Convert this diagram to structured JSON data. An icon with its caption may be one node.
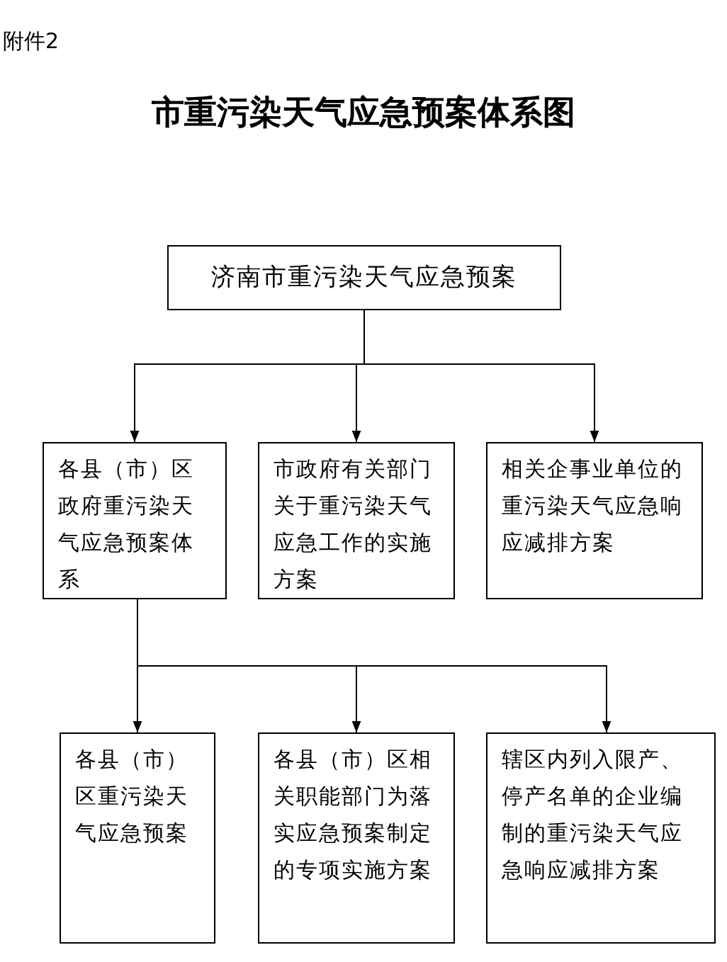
{
  "diagram": {
    "title": "市重污染天气应急预案体系图",
    "nodes": [
      {
        "text": [
          "济南市重污染天气应急预案"
        ]
      },
      {
        "text": [
          "各县（市）区政府重污染天气应急预案体系"
        ]
      },
      {
        "text": [
          "市政府有关部门关于重污染天气应急工作的实施方案"
        ]
      },
      {
        "text": [
          "相关企事业单位的重污染天气应急响应减排方案"
        ]
      },
      {
        "text": [
          "各县（市）区重污染天气应急预案"
        ]
      },
      {
        "text": [
          "各县（市）区相关职能部门为落实应急预案制定的专项实施方案"
        ]
      },
      {
        "text": [
          "辖区内列入限产、停产名单的企业编制的重污染天气应急响应减排方案"
        ]
      }
    ],
    "edges": [
      {
        "from": 0,
        "to": 1,
        "arrow": "to"
      },
      {
        "from": 0,
        "to": 2,
        "arrow": "to"
      },
      {
        "from": 0,
        "to": 3,
        "arrow": "to"
      },
      {
        "from": 1,
        "to": 4,
        "arrow": "to"
      },
      {
        "from": 1,
        "to": 5,
        "arrow": "to"
      },
      {
        "from": 1,
        "to": 6,
        "arrow": "to"
      }
    ],
    "labels": [
      "附件2"
    ]
  }
}
